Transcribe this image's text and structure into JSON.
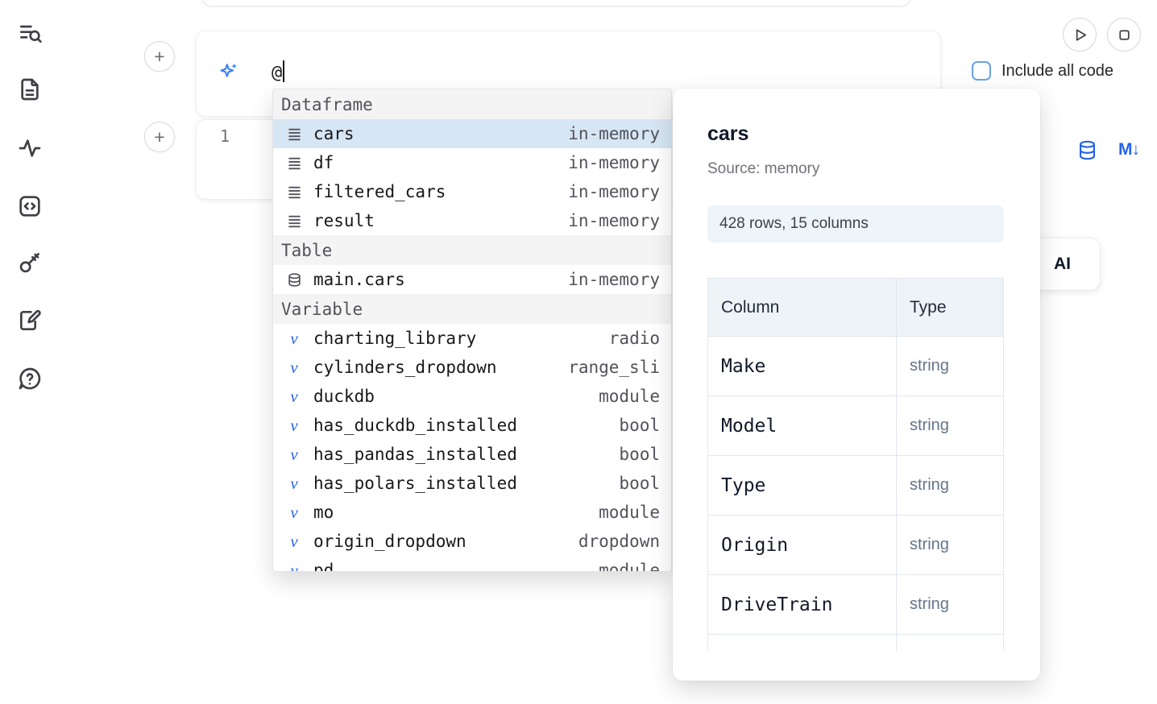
{
  "sidebar": {
    "icons": [
      "list-search-icon",
      "document-icon",
      "activity-icon",
      "code-snippets-icon",
      "key-icon",
      "scratchpad-icon",
      "help-icon"
    ]
  },
  "controls": {
    "add_cell_label": "+",
    "include_all_code": "Include all code",
    "markdown_icon_glyph": "M↓"
  },
  "ai_input": {
    "value": "@"
  },
  "editor": {
    "line_number": "1"
  },
  "autocomplete": {
    "sections": [
      {
        "header": "Dataframe",
        "items": [
          {
            "icon": "dataframe-icon",
            "label": "cars",
            "detail": "in-memory",
            "selected": true
          },
          {
            "icon": "dataframe-icon",
            "label": "df",
            "detail": "in-memory"
          },
          {
            "icon": "dataframe-icon",
            "label": "filtered_cars",
            "detail": "in-memory"
          },
          {
            "icon": "dataframe-icon",
            "label": "result",
            "detail": "in-memory"
          }
        ]
      },
      {
        "header": "Table",
        "items": [
          {
            "icon": "database-icon",
            "label": "main.cars",
            "detail": "in-memory"
          }
        ]
      },
      {
        "header": "Variable",
        "items": [
          {
            "icon": "variable-icon",
            "label": "charting_library",
            "detail": "radio"
          },
          {
            "icon": "variable-icon",
            "label": "cylinders_dropdown",
            "detail": "range_sli"
          },
          {
            "icon": "variable-icon",
            "label": "duckdb",
            "detail": "module"
          },
          {
            "icon": "variable-icon",
            "label": "has_duckdb_installed",
            "detail": "bool"
          },
          {
            "icon": "variable-icon",
            "label": "has_pandas_installed",
            "detail": "bool"
          },
          {
            "icon": "variable-icon",
            "label": "has_polars_installed",
            "detail": "bool"
          },
          {
            "icon": "variable-icon",
            "label": "mo",
            "detail": "module"
          },
          {
            "icon": "variable-icon",
            "label": "origin_dropdown",
            "detail": "dropdown"
          },
          {
            "icon": "variable-icon",
            "label": "pd",
            "detail": "module"
          }
        ]
      }
    ]
  },
  "preview": {
    "title": "cars",
    "source": "Source: memory",
    "shape": "428 rows, 15 columns",
    "columns_table": {
      "headers": [
        "Column",
        "Type"
      ],
      "rows": [
        {
          "column": "Make",
          "type": "string"
        },
        {
          "column": "Model",
          "type": "string"
        },
        {
          "column": "Type",
          "type": "string"
        },
        {
          "column": "Origin",
          "type": "string"
        },
        {
          "column": "DriveTrain",
          "type": "string"
        }
      ]
    }
  },
  "ai_button": {
    "label": "AI"
  },
  "colors": {
    "accent": "#2563eb",
    "selection": "#d7e6f4"
  }
}
